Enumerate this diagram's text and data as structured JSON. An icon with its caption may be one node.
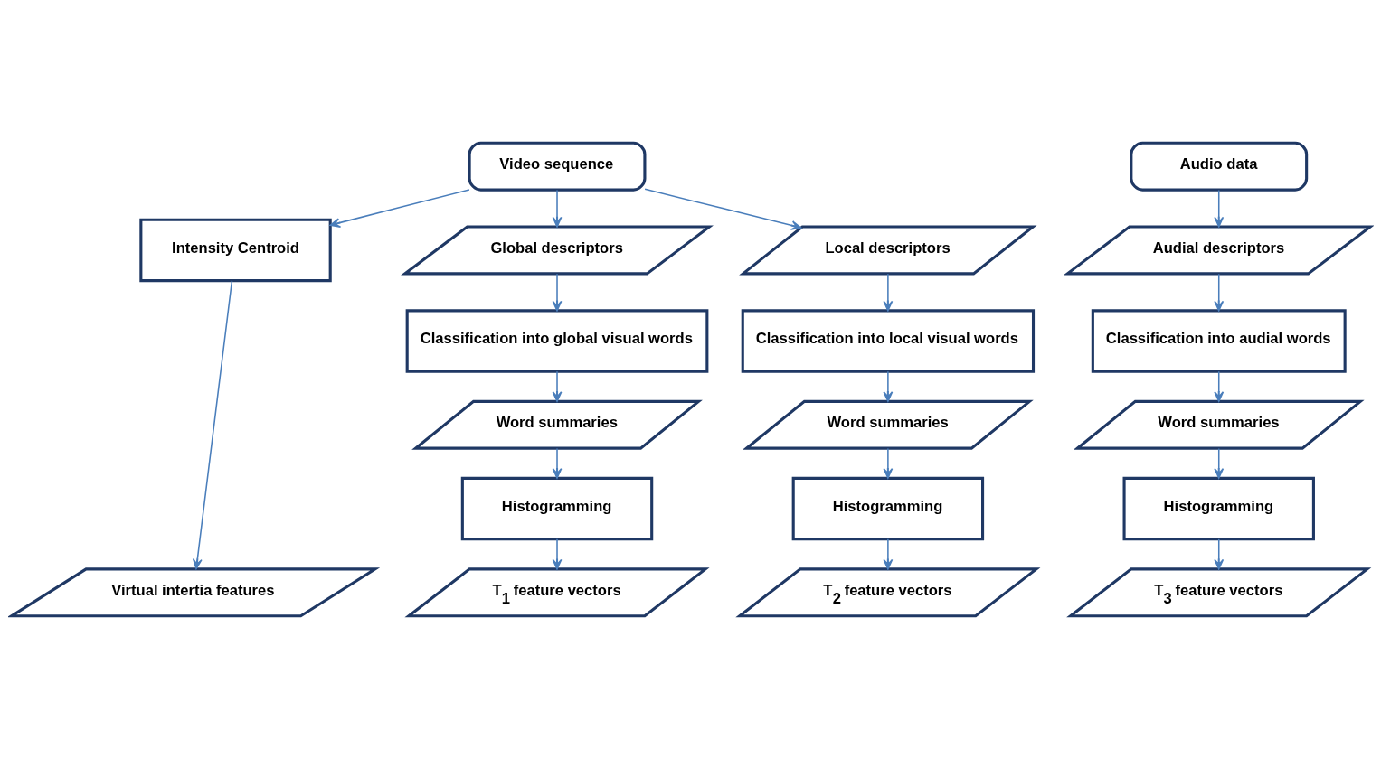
{
  "diagram": {
    "nodes": [
      {
        "text": [
          "Video sequence"
        ]
      },
      {
        "text": [
          "Audio data"
        ]
      },
      {
        "text": [
          "Intensity Centroid"
        ]
      },
      {
        "text": [
          "Global descriptors"
        ]
      },
      {
        "text": [
          "Local descriptors"
        ]
      },
      {
        "text": [
          "Audial descriptors"
        ]
      },
      {
        "text": [
          "Classification into global visual words"
        ]
      },
      {
        "text": [
          "Classification into local visual words"
        ]
      },
      {
        "text": [
          "Classification into audial words"
        ]
      },
      {
        "text": [
          "Word summaries"
        ]
      },
      {
        "text": [
          "Word summaries"
        ]
      },
      {
        "text": [
          "Word summaries"
        ]
      },
      {
        "text": [
          "Histogramming"
        ]
      },
      {
        "text": [
          "Histogramming"
        ]
      },
      {
        "text": [
          "Histogramming"
        ]
      },
      {
        "text": [
          "Virtual intertia features"
        ]
      },
      {
        "text": [
          "T$_{1}$ feature vectors"
        ]
      },
      {
        "text": [
          "T$_{2}$ feature vectors"
        ]
      },
      {
        "text": [
          "T$_{3}$ feature vectors"
        ]
      }
    ],
    "edges": [
      {
        "from": 0,
        "to": 2,
        "arrow": "to"
      },
      {
        "from": 0,
        "to": 3,
        "arrow": "to"
      },
      {
        "from": 0,
        "to": 4,
        "arrow": "to"
      },
      {
        "from": 1,
        "to": 5,
        "arrow": "to"
      },
      {
        "from": 3,
        "to": 6,
        "arrow": "to"
      },
      {
        "from": 4,
        "to": 7,
        "arrow": "to"
      },
      {
        "from": 5,
        "to": 8,
        "arrow": "to"
      },
      {
        "from": 6,
        "to": 9,
        "arrow": "to"
      },
      {
        "from": 7,
        "to": 10,
        "arrow": "to"
      },
      {
        "from": 8,
        "to": 11,
        "arrow": "to"
      },
      {
        "from": 9,
        "to": 12,
        "arrow": "to"
      },
      {
        "from": 10,
        "to": 13,
        "arrow": "to"
      },
      {
        "from": 11,
        "to": 14,
        "arrow": "to"
      },
      {
        "from": 2,
        "to": 15,
        "arrow": "to"
      },
      {
        "from": 12,
        "to": 16,
        "arrow": "to"
      },
      {
        "from": 13,
        "to": 17,
        "arrow": "to"
      },
      {
        "from": 14,
        "to": 18,
        "arrow": "to"
      }
    ]
  }
}
